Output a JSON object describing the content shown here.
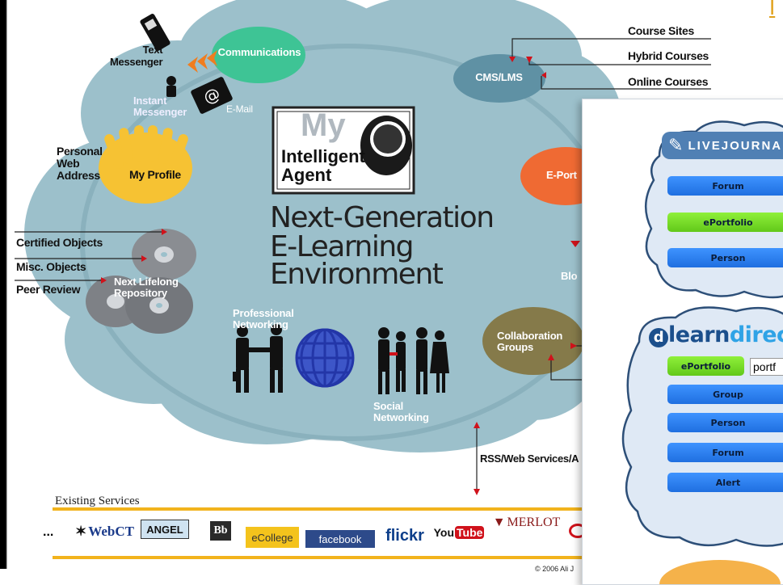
{
  "title": {
    "left_text": "",
    "right_link": "I"
  },
  "cloud_top": {
    "text_messenger": "Text\nMessenger",
    "communications": "Communications",
    "instant_messenger": "Instant\nMessenger",
    "email": "E-Mail",
    "personal_web_address": "Personal\nWeb\nAddress",
    "my_profile": "My Profile",
    "cms_lms": "CMS/LMS",
    "eport": "E-Port",
    "blog": "Blo"
  },
  "course_labels": [
    "Course Sites",
    "Hybrid Courses",
    "Online Courses"
  ],
  "agent": {
    "my": "My",
    "intelligent": "Intelligent",
    "agent": "Agent"
  },
  "main_title": [
    "Next-Generation",
    "E-Learning",
    "Environment"
  ],
  "left_labels": [
    "Certified Objects",
    "Misc. Objects",
    "Peer Review"
  ],
  "repository": "Next Lifelong\nRepository",
  "professional_networking": "Professional\nNetworking",
  "social_networking": "Social\nNetworking",
  "collaboration_groups": "Collaboration\nGroups",
  "rss": "RSS/Web Services/A",
  "existing_services": {
    "heading": "Existing Services",
    "ellipsis": "...",
    "logos": [
      "WebCT",
      "ANGEL",
      "Bb",
      "eCollege",
      "facebook",
      "flickr",
      "You",
      "Tube",
      "MERLOT"
    ]
  },
  "copyright": "© 2006 Ali J",
  "panel": {
    "livejournal": "LIVEJOURNA",
    "lj_buttons": [
      "Forum",
      "ePortfolio",
      "Person"
    ],
    "learndirect_prefix": "learn",
    "learndirect_suffix": "direc",
    "ld_buttons": [
      "ePortfolio",
      "Group",
      "Person",
      "Forum",
      "Alert"
    ],
    "ld_field": "portf"
  },
  "colors": {
    "cloud": "#9cc0cb",
    "comm_green": "#3ec495",
    "cms_blue": "#5f91a4",
    "eport_orange": "#ef6a33",
    "collab_olive": "#857a4a",
    "profile_yellow": "#f6c233",
    "gold_line": "#f2b31c"
  }
}
